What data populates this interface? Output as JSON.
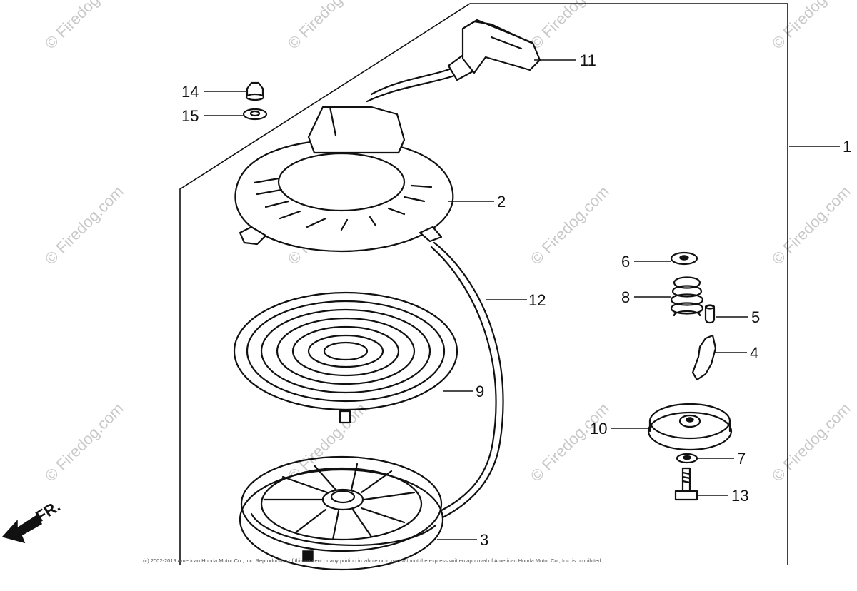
{
  "watermark": "© Firedog.com",
  "copyright": "(c) 2002-2019 American Honda Motor Co., Inc. Reproduction of this content or any portion in whole or in part without the express written approval of American Honda Motor Co., Inc. is prohibited.",
  "front_marker": "FR.",
  "callouts": {
    "p1": "1",
    "p2": "2",
    "p3": "3",
    "p4": "4",
    "p5": "5",
    "p6": "6",
    "p7": "7",
    "p8": "8",
    "p9": "9",
    "p10": "10",
    "p11": "11",
    "p12": "12",
    "p13": "13",
    "p14": "14",
    "p15": "15"
  }
}
